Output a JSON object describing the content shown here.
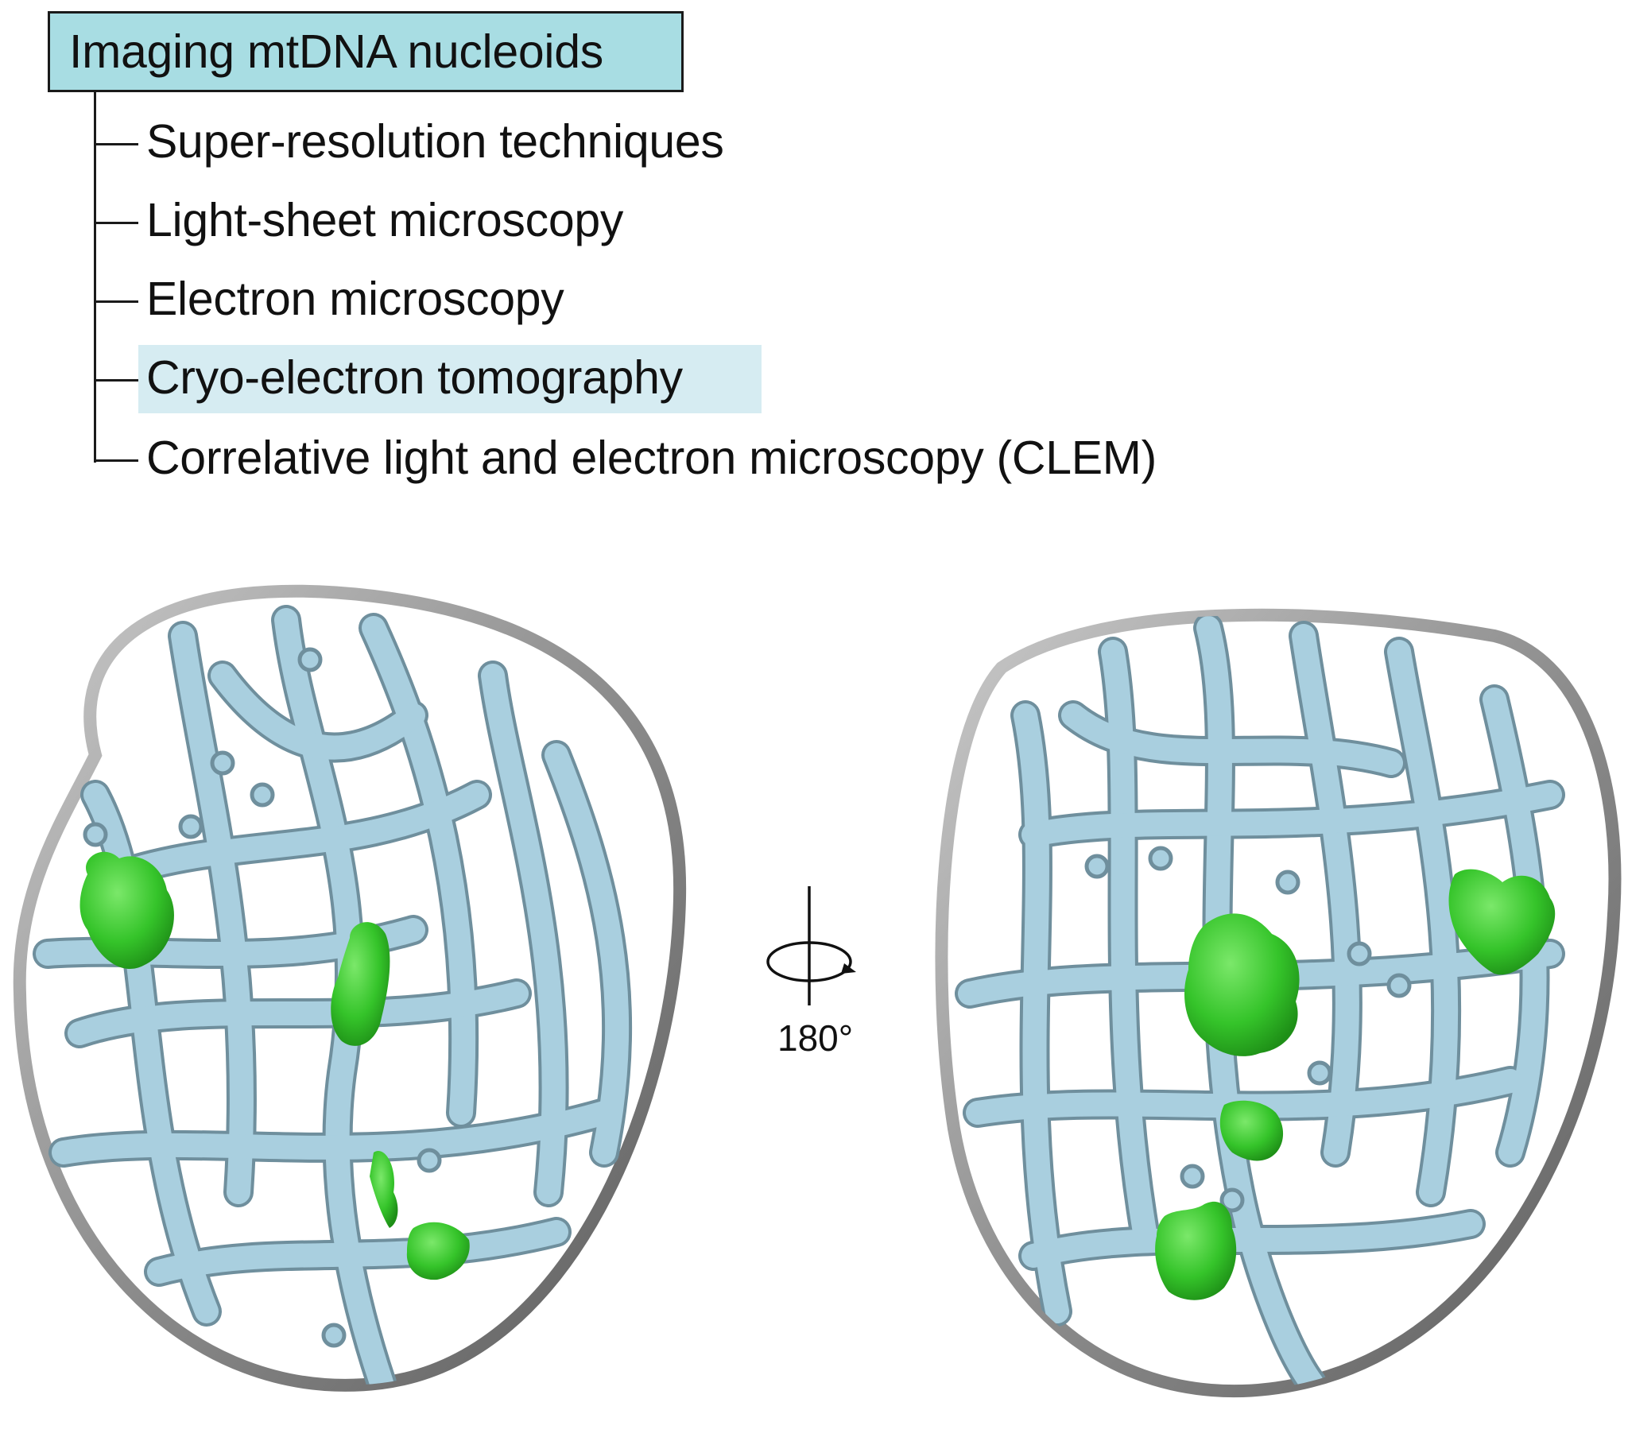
{
  "diagram": {
    "root": {
      "label": "Imaging mtDNA nucleoids"
    },
    "items": [
      {
        "label": "Super-resolution techniques",
        "highlighted": false
      },
      {
        "label": "Light-sheet microscopy",
        "highlighted": false
      },
      {
        "label": "Electron microscopy",
        "highlighted": false
      },
      {
        "label": "Cryo-electron tomography",
        "highlighted": true
      },
      {
        "label": "Correlative light and electron microscopy (CLEM)",
        "highlighted": false
      }
    ],
    "rotation": {
      "label": "180°"
    }
  },
  "colors": {
    "root_fill": "#a8dde3",
    "highlight_fill": "#d6ecf2",
    "mitochondria_blue": "#a9cfdf",
    "mitochondria_outline": "#6f8f9d",
    "nucleoid_green": "#35c42a",
    "envelope_grey": "#9a9a9a"
  },
  "icons": {
    "rotation": "rotate-180-icon"
  }
}
